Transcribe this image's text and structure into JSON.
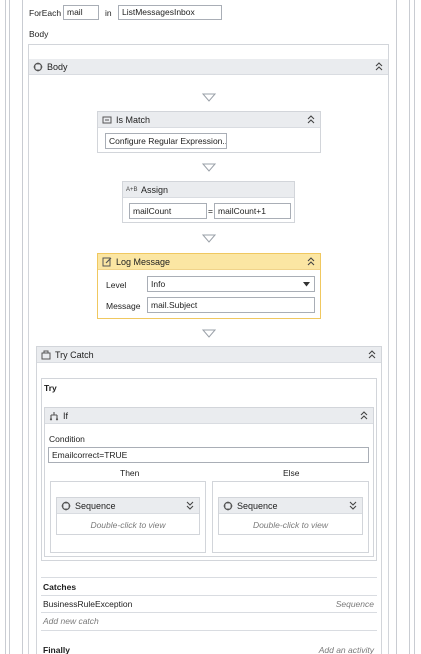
{
  "foreach": {
    "keyword": "ForEach",
    "item": "mail",
    "in_keyword": "in",
    "collection": "ListMessagesInbox"
  },
  "body_label": "Body",
  "body_sequence": {
    "title": "Body"
  },
  "is_match": {
    "title": "Is Match",
    "button": "Configure Regular Expression..."
  },
  "assign": {
    "title": "Assign",
    "to": "mailCount",
    "equals": "=",
    "value": "mailCount+1"
  },
  "log_message": {
    "title": "Log Message",
    "level_label": "Level",
    "level_value": "Info",
    "message_label": "Message",
    "message_value": "mail.Subject"
  },
  "try_catch": {
    "title": "Try Catch",
    "try_label": "Try",
    "if": {
      "title": "If",
      "condition_label": "Condition",
      "condition_value": "Emailcorrect=TRUE",
      "then_label": "Then",
      "else_label": "Else",
      "then_seq": {
        "title": "Sequence",
        "hint": "Double-click to view"
      },
      "else_seq": {
        "title": "Sequence",
        "hint": "Double-click to view"
      }
    },
    "catches_label": "Catches",
    "catch_exception": "BusinessRuleException",
    "catch_type": "Sequence",
    "add_catch": "Add new catch",
    "finally_label": "Finally",
    "add_activity": "Add an activity"
  },
  "colors": {
    "header_bg": "#eaecef",
    "log_header_bg": "#fbe6a3",
    "log_border": "#f0c860"
  }
}
